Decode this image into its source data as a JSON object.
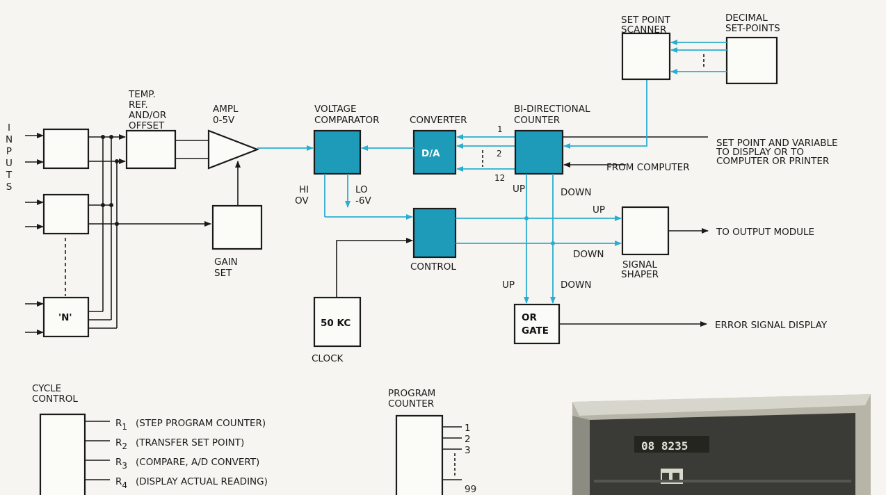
{
  "labels": {
    "inputs": "INPUTS",
    "temp_ref": [
      "TEMP.",
      "REF.",
      "AND/OR",
      "OFFSET"
    ],
    "ampl": [
      "AMPL",
      "0-5V"
    ],
    "gain_set": [
      "GAIN",
      "SET"
    ],
    "voltage_comparator": [
      "VOLTAGE",
      "COMPARATOR"
    ],
    "converter": "CONVERTER",
    "da": "D/A",
    "bi_counter": [
      "BI-DIRECTIONAL",
      "COUNTER"
    ],
    "set_point_scanner": [
      "SET POINT",
      "SCANNER"
    ],
    "decimal_set_points": [
      "DECIMAL",
      "SET-POINTS"
    ],
    "set_point_output": [
      "SET POINT AND VARIABLE",
      "TO DISPLAY OR TO",
      "COMPUTER OR PRINTER"
    ],
    "from_computer": "FROM COMPUTER",
    "hi_ov": [
      "HI",
      "OV"
    ],
    "lo_6v": [
      "LO",
      "-6V"
    ],
    "bit_1": "1",
    "bit_2": "2",
    "bit_12": "12",
    "up": "UP",
    "down": "DOWN",
    "control": "CONTROL",
    "clock_val": "50 KC",
    "clock": "CLOCK",
    "signal_shaper": [
      "SIGNAL",
      "SHAPER"
    ],
    "to_output_module": "TO OUTPUT MODULE",
    "or_gate": [
      "OR",
      "GATE"
    ],
    "error_signal_display": "ERROR SIGNAL DISPLAY",
    "n_box": "'N'",
    "cycle_control": [
      "CYCLE",
      "CONTROL"
    ],
    "cycle_items": [
      {
        "r": "R",
        "sub": "1",
        "text": "(STEP PROGRAM COUNTER)"
      },
      {
        "r": "R",
        "sub": "2",
        "text": "(TRANSFER SET POINT)"
      },
      {
        "r": "R",
        "sub": "3",
        "text": "(COMPARE, A/D CONVERT)"
      },
      {
        "r": "R",
        "sub": "4",
        "text": "(DISPLAY ACTUAL READING)"
      }
    ],
    "program_counter": [
      "PROGRAM",
      "COUNTER"
    ],
    "program_outputs": [
      "1",
      "2",
      "3",
      "99"
    ],
    "photo_digits": "08 8235"
  },
  "colors": {
    "accent": "#1d9bb8",
    "signal": "#2aaed0",
    "ink": "#1a1a1a",
    "paper": "#f6f5f1"
  }
}
